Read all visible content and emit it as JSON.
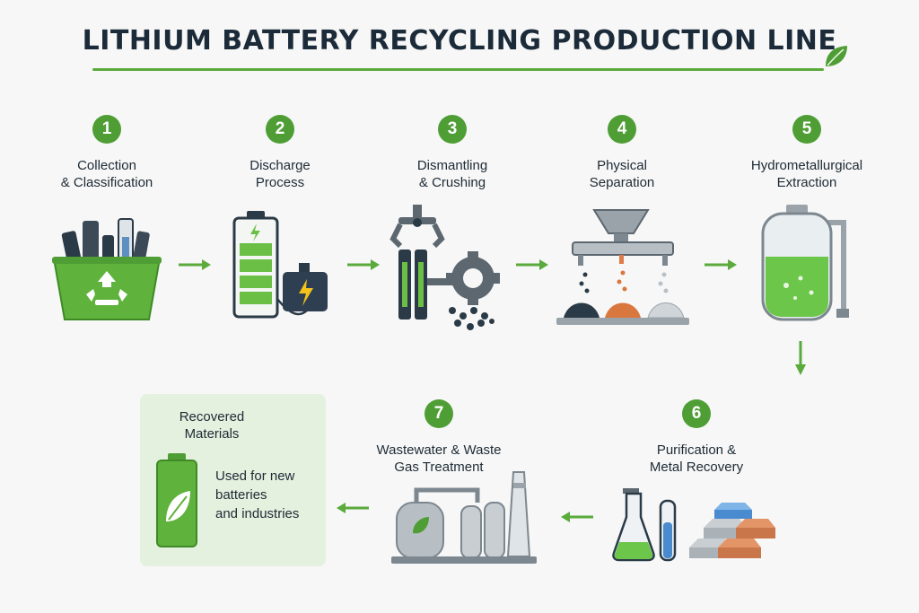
{
  "title": "LITHIUM BATTERY RECYCLING PRODUCTION LINE",
  "steps": [
    {
      "number": "1",
      "line1": "Collection",
      "line2": "& Classification",
      "icon": "recycling-bin-icon"
    },
    {
      "number": "2",
      "line1": "Discharge",
      "line2": "Process",
      "icon": "battery-discharge-icon"
    },
    {
      "number": "3",
      "line1": "Dismantling",
      "line2": "& Crushing",
      "icon": "crusher-icon"
    },
    {
      "number": "4",
      "line1": "Physical",
      "line2": "Separation",
      "icon": "separator-icon"
    },
    {
      "number": "5",
      "line1": "Hydrometallurgical",
      "line2": "Extraction",
      "icon": "reactor-tank-icon"
    },
    {
      "number": "6",
      "line1": "Purification &",
      "line2": "Metal Recovery",
      "icon": "metal-ingots-icon"
    },
    {
      "number": "7",
      "line1": "Wastewater & Waste",
      "line2": "Gas Treatment",
      "icon": "treatment-plant-icon"
    }
  ],
  "result": {
    "line1": "Recovered",
    "line2": "Materials",
    "desc1": "Used for new",
    "desc2": "batteries",
    "desc3": "and industries",
    "icon": "green-battery-leaf-icon"
  },
  "colors": {
    "accent": "#4f9e35",
    "dark": "#1e2a36",
    "panel": "#e4f1de"
  }
}
